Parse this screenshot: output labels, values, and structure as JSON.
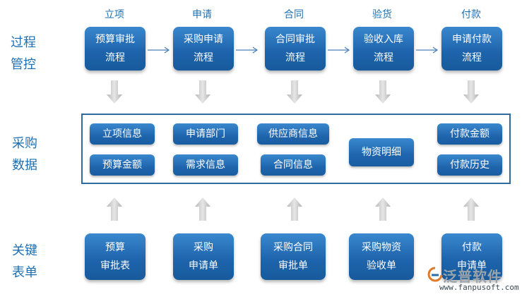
{
  "row_labels": {
    "process": "过程\n管控",
    "data": "采购\n数据",
    "forms": "关键\n表单"
  },
  "stages": [
    "立项",
    "申请",
    "合同",
    "验货",
    "付款"
  ],
  "process_flows": [
    "预算审批\n流程",
    "采购申请\n流程",
    "合同审批\n流程",
    "验收入库\n流程",
    "申请付款\n流程"
  ],
  "data_items": {
    "col1": [
      "立项信息",
      "预算金额"
    ],
    "col2": [
      "申请部门",
      "需求信息"
    ],
    "col3": [
      "供应商信息",
      "合同信息"
    ],
    "col4": [
      "物资明细"
    ],
    "col5": [
      "付款金额",
      "付款历史"
    ]
  },
  "forms": [
    "预算\n审批表",
    "采购\n申请单",
    "采购合同\n审批单",
    "采购物资\n验收单",
    "付款\n申请单"
  ],
  "logo": {
    "name": "泛普软件",
    "url": "www.fanpusoft.com"
  },
  "colors": {
    "box_blue": "#1f65ad",
    "label_blue": "#1f6fb2",
    "arrow_gray": "#c8c8c8"
  }
}
